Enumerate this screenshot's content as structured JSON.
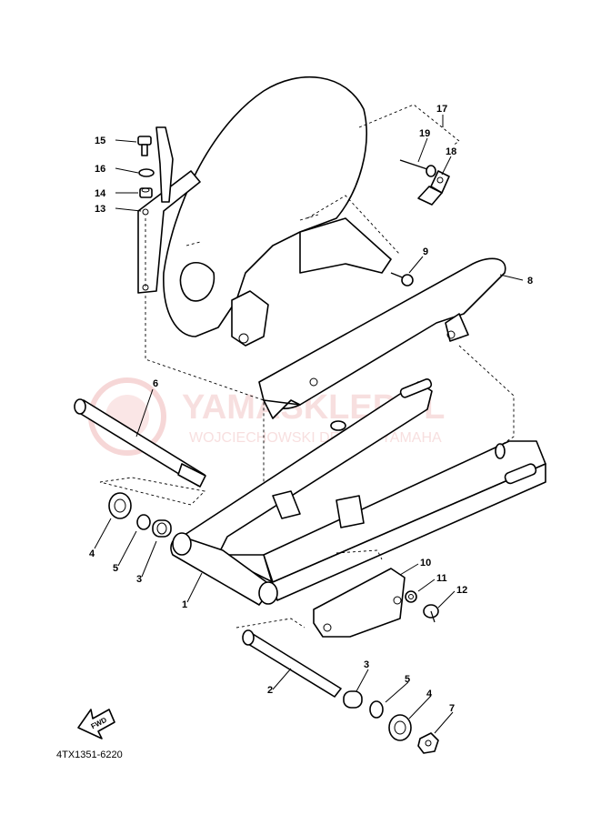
{
  "diagram": {
    "code": "4TX1351-6220",
    "fwd_label": "FWD",
    "callouts": [
      "1",
      "2",
      "3",
      "3",
      "4",
      "4",
      "5",
      "5",
      "6",
      "7",
      "8",
      "9",
      "10",
      "11",
      "12",
      "13",
      "14",
      "15",
      "16",
      "17",
      "18",
      "19"
    ]
  },
  "watermark": {
    "main": "YAMASKLEP.PL",
    "sub": "WOJCIECHOWSKI DEALER YAMAHA",
    "color": "#f0b8b8"
  }
}
